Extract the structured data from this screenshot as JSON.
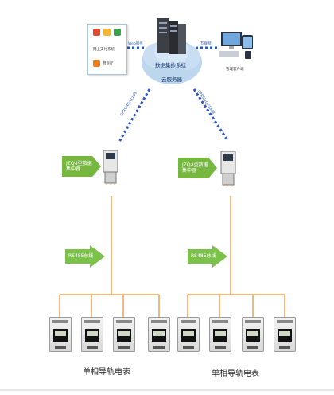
{
  "server": {
    "name": "数据集抄系统",
    "role": "云服务器"
  },
  "payment": {
    "line1": "网上支付系统",
    "line2": "营业厅"
  },
  "client": {
    "label": "管理客户端"
  },
  "links": {
    "left": "Web服务",
    "right": "互联网",
    "gprs_left": "GPRS/4G/以太网",
    "gprs_right": "GPRS/4G/以太网"
  },
  "concentrators": [
    {
      "label_line1": "JZQ-I型数据",
      "label_line2": "集中器"
    },
    {
      "label_line1": "JZQ-I型数据",
      "label_line2": "集中器"
    }
  ],
  "bus": [
    {
      "label": "RS485总线"
    },
    {
      "label": "RS485总线"
    }
  ],
  "meter_groups": [
    {
      "caption": "单相导轨电表"
    },
    {
      "caption": "单相导轨电表"
    }
  ],
  "colors": {
    "wire": "#f0a050",
    "accent_green": "#76b73f",
    "dash_blue": "#2f56c8"
  }
}
